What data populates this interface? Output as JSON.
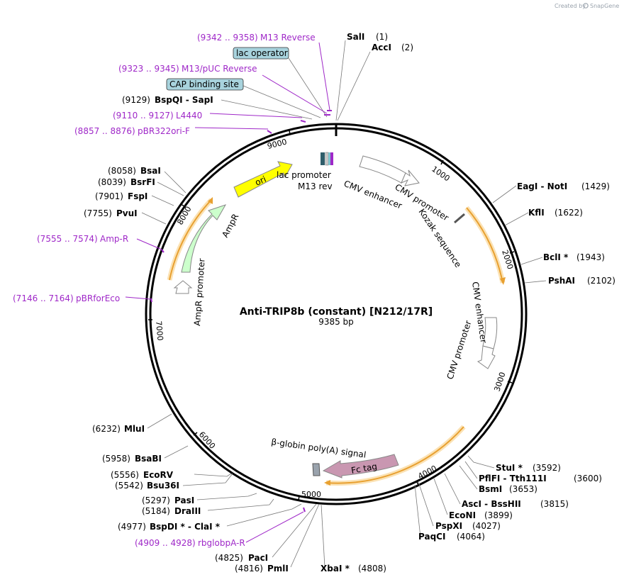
{
  "credit": {
    "created_by": "Created by",
    "brand": "SnapGene"
  },
  "title": "Anti-TRIP8b (constant) [N212/17R]",
  "length": "9385 bp",
  "ticks": [
    {
      "label": "1000",
      "pos": 1000
    },
    {
      "label": "2000",
      "pos": 2000
    },
    {
      "label": "3000",
      "pos": 3000
    },
    {
      "label": "4000",
      "pos": 4000
    },
    {
      "label": "5000",
      "pos": 5000
    },
    {
      "label": "6000",
      "pos": 6000
    },
    {
      "label": "7000",
      "pos": 7000
    },
    {
      "label": "8000",
      "pos": 8000
    },
    {
      "label": "9000",
      "pos": 9000
    }
  ],
  "sites": [
    {
      "name": "SalI",
      "pos": "(1)"
    },
    {
      "name": "AccI",
      "pos": "(2)"
    },
    {
      "name": "EagI  - NotI",
      "pos": "(1429)"
    },
    {
      "name": "KflI",
      "pos": "(1622)"
    },
    {
      "name": "BclI *",
      "pos": "(1943)"
    },
    {
      "name": "PshAI",
      "pos": "(2102)"
    },
    {
      "name": "StuI *",
      "pos": "(3592)"
    },
    {
      "name": "PflFI  - Tth111I",
      "pos": "(3600)"
    },
    {
      "name": "BsmI",
      "pos": "(3653)"
    },
    {
      "name": "AscI  - BssHII",
      "pos": "(3815)"
    },
    {
      "name": "EcoNI",
      "pos": "(3899)"
    },
    {
      "name": "PspXI",
      "pos": "(4027)"
    },
    {
      "name": "PaqCI",
      "pos": "(4064)"
    },
    {
      "name": "XbaI *",
      "pos": "(4808)"
    },
    {
      "name": "PmlI",
      "pos": "(4816)"
    },
    {
      "name": "PacI",
      "pos": "(4825)"
    },
    {
      "name": "BspDI *  - ClaI *",
      "pos": "(4977)"
    },
    {
      "name": "DraIII",
      "pos": "(5184)"
    },
    {
      "name": "PasI",
      "pos": "(5297)"
    },
    {
      "name": "Bsu36I",
      "pos": "(5542)"
    },
    {
      "name": "EcoRV",
      "pos": "(5556)"
    },
    {
      "name": "BsaBI",
      "pos": "(5958)"
    },
    {
      "name": "MluI",
      "pos": "(6232)"
    },
    {
      "name": "PvuI",
      "pos": "(7755)"
    },
    {
      "name": "FspI",
      "pos": "(7901)"
    },
    {
      "name": "BsrFI",
      "pos": "(8039)"
    },
    {
      "name": "BsaI",
      "pos": "(8058)"
    },
    {
      "name": "BspQI  - SapI",
      "pos": "(9129)"
    }
  ],
  "primers": [
    {
      "name": "M13 Reverse",
      "range": "(9342 .. 9358)"
    },
    {
      "name": "M13/pUC Reverse",
      "range": "(9323 .. 9345)"
    },
    {
      "name": "L4440",
      "range": "(9110 .. 9127)"
    },
    {
      "name": "pBR322ori-F",
      "range": "(8857 .. 8876)"
    },
    {
      "name": "Amp-R",
      "range": "(7555 .. 7574)"
    },
    {
      "name": "pBRforEco",
      "range": "(7146 .. 7164)"
    },
    {
      "name": "rbglobpA-R",
      "range": "(4909 .. 4928)"
    }
  ],
  "boxed_features": [
    {
      "name": "lac operator",
      "color": "#a8d3dd"
    },
    {
      "name": "CAP binding site",
      "color": "#a8d3dd"
    }
  ],
  "features": [
    {
      "name": "ori",
      "color": "#ffff00"
    },
    {
      "name": "AmpR",
      "color": "#ccffcc"
    },
    {
      "name": "AmpR promoter",
      "color": "#ffffff"
    },
    {
      "name": "lac promoter",
      "color": "#ffffff"
    },
    {
      "name": "M13 rev",
      "color": "#9f28c8"
    },
    {
      "name": "CMV enhancer",
      "color": "#ffffff"
    },
    {
      "name": "CMV promoter",
      "color": "#ffffff"
    },
    {
      "name": "Kozak sequence",
      "color": "#ffffff"
    },
    {
      "name": "CMV enhancer",
      "color": "#ffffff"
    },
    {
      "name": "CMV promoter",
      "color": "#ffffff"
    },
    {
      "name": "Fc tag",
      "color": "#c997b1"
    },
    {
      "name": "β-globin poly(A) signal",
      "color": "#9aa3ad"
    }
  ],
  "orf_color": "#f4b740",
  "colors": {
    "primer": "#9f28c8",
    "backbone": "#000000"
  }
}
